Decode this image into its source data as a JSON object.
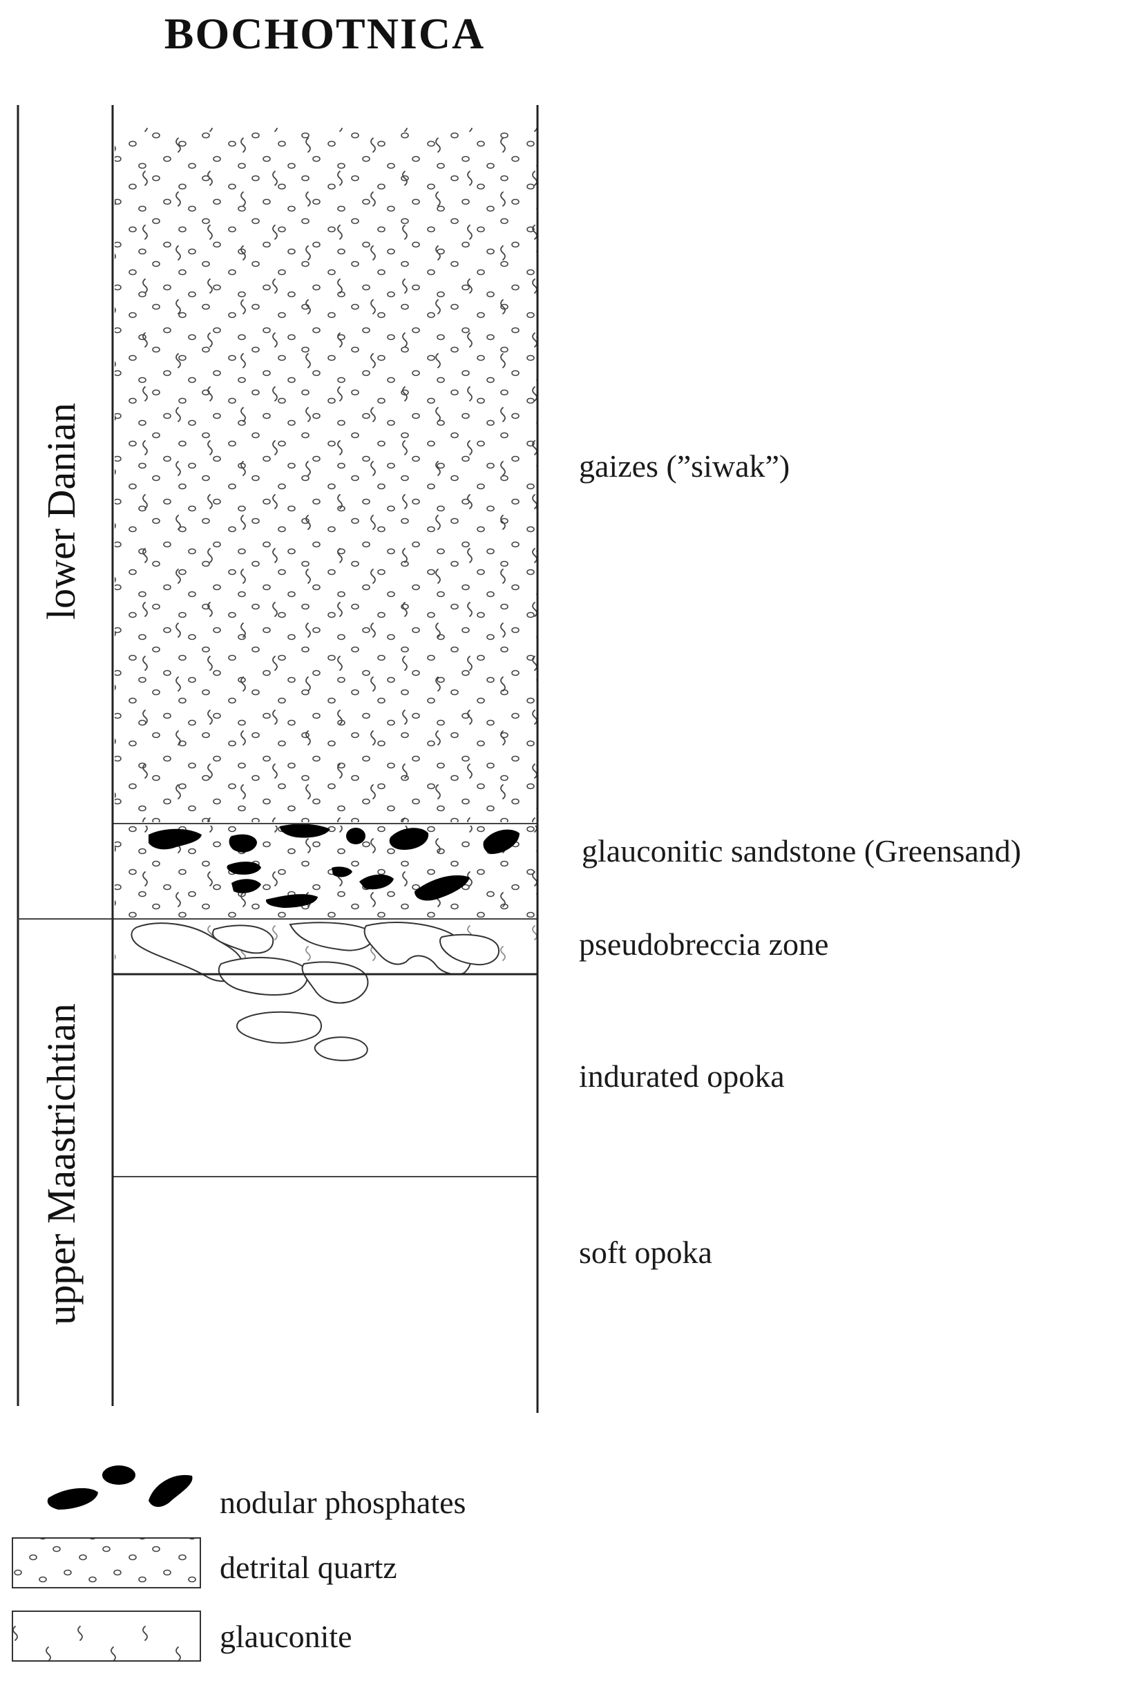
{
  "title": "BOCHOTNICA",
  "stages": {
    "lower": "lower Danian",
    "upper": "upper Maastrichtian"
  },
  "layers": [
    {
      "id": "gaizes",
      "label": "gaizes (”siwak”)"
    },
    {
      "id": "greensand",
      "label": "glauconitic sandstone (Greensand)"
    },
    {
      "id": "pseudobreccia",
      "label": "pseudobreccia zone"
    },
    {
      "id": "indurated",
      "label": "indurated opoka"
    },
    {
      "id": "soft",
      "label": "soft opoka"
    }
  ],
  "legend": [
    {
      "symbol": "nodular-phosphates",
      "label": "nodular phosphates"
    },
    {
      "symbol": "detrital-quartz",
      "label": "detrital quartz"
    },
    {
      "symbol": "glauconite",
      "label": "glauconite"
    }
  ]
}
